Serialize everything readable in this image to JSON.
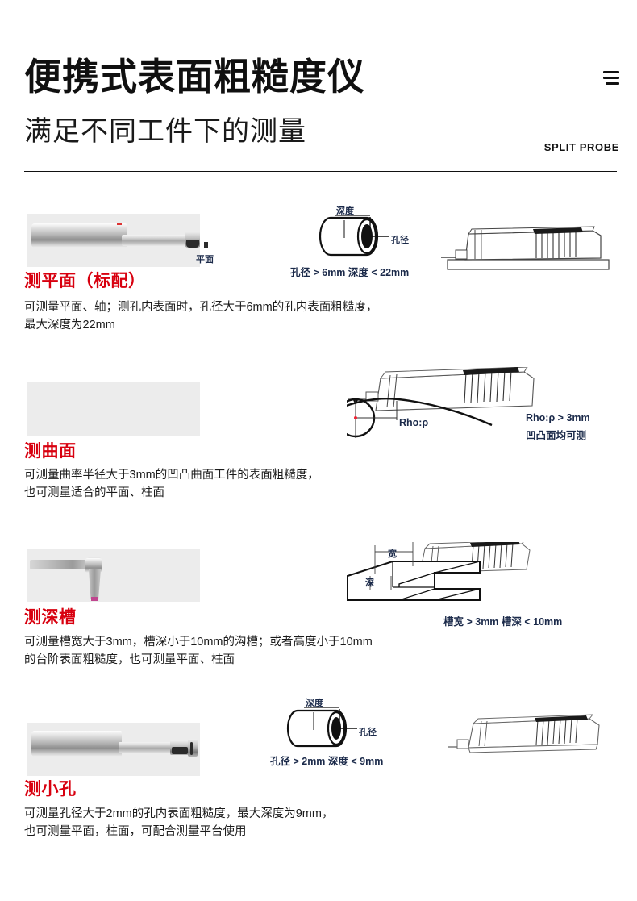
{
  "header": {
    "title": "便携式表面粗糙度仪",
    "subtitle": "满足不同工件下的测量",
    "brand_tag": "SPLIT PROBE",
    "menu_icon": "hamburger-menu-icon",
    "accent_color": "#d8000f",
    "label_color": "#1b2a4a"
  },
  "sections": [
    {
      "title": "测平面（标配）",
      "desc": "可测量平面、轴；测孔内表面时，孔径大于6mm的孔内表面粗糙度，\n最大深度为22mm",
      "photo_alt": "flat-surface-probe-photo",
      "photo_caption": "平面",
      "diagram": {
        "type": "bore-tube",
        "label_depth": "深度",
        "label_bore": "孔径",
        "spec": "孔径 > 6mm  深度 < 22mm",
        "instrument_alt": "roughness-tester-on-stand"
      }
    },
    {
      "title": "测曲面",
      "desc": "可测量曲率半径大于3mm的凹凸曲面工件的表面粗糙度，\n也可测量适合的平面、柱面",
      "photo_alt": "curved-surface-probe-photo",
      "photo_caption": "",
      "diagram": {
        "type": "curved-surface",
        "label_rho": "Rho:ρ",
        "spec": "Rho:ρ > 3mm",
        "spec2": "凹凸面均可测",
        "instrument_alt": "roughness-tester-on-curve"
      }
    },
    {
      "title": "测深槽",
      "desc": "可测量槽宽大于3mm，槽深小于10mm的沟槽；或者高度小于10mm\n的台阶表面粗糙度，也可测量平面、柱面",
      "photo_alt": "deep-groove-probe-photo",
      "photo_caption": "",
      "diagram": {
        "type": "groove-block",
        "label_width": "宽",
        "label_depth": "深",
        "spec": "槽宽 > 3mm  槽深 < 10mm",
        "instrument_alt": "roughness-tester-on-groove"
      }
    },
    {
      "title": "测小孔",
      "desc": "可测量孔径大于2mm的孔内表面粗糙度，最大深度为9mm，\n也可测量平面，柱面，可配合测量平台使用",
      "photo_alt": "small-hole-probe-photo",
      "photo_caption": "",
      "diagram": {
        "type": "bore-tube",
        "label_depth": "深度",
        "label_bore": "孔径",
        "spec": "孔径 > 2mm  深度 < 9mm",
        "instrument_alt": "roughness-tester-side-view"
      }
    }
  ]
}
